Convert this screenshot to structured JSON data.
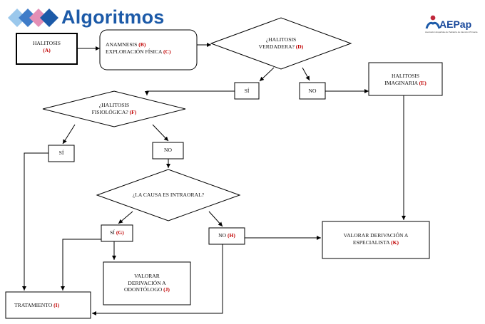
{
  "header": {
    "title": "Algoritmos",
    "logo_text": "AEPap",
    "logo_tagline": "Asociación Española de Pediatría de Atención Primaria"
  },
  "colors": {
    "brand_blue": "#1c5aa8",
    "logo_red": "#c0283c",
    "letter_red": "#c00000",
    "line": "#000000"
  },
  "nodes": {
    "A": {
      "text": "HALITOSIS",
      "letter": "(A)"
    },
    "B_C": {
      "line1": "ANAMNESIS",
      "letter1": "(B)",
      "line2": "EXPLORACIÓN FÍSICA",
      "letter2": "(C)"
    },
    "D": {
      "line1": "¿HALITOSIS",
      "line2": "VERDADERA?",
      "letter": "(D)"
    },
    "D_yes": "SÍ",
    "D_no": "NO",
    "E": {
      "line1": "HALITOSIS",
      "line2": "IMAGINARIA",
      "letter": "(E)"
    },
    "F": {
      "line1": "¿HALITOSIS",
      "line2": "FISIOLÓGICA?",
      "letter": "(F)"
    },
    "F_yes": "SÍ",
    "F_no": "NO",
    "Q": {
      "text": "¿LA CAUSA ES INTRAORAL?"
    },
    "G": {
      "text": "SÍ",
      "letter": "(G)"
    },
    "H": {
      "text": "NO",
      "letter": "(H)"
    },
    "J": {
      "line1": "VALORAR",
      "line2": "DERIVACIÓN A",
      "line3": "ODONTÓLOGO",
      "letter": "(J)"
    },
    "I": {
      "text": "TRATAMIENTO",
      "letter": "(I)"
    },
    "K": {
      "line1": "VALORAR DERIVACIÓN A",
      "line2": "ESPECIALISTA",
      "letter": "(K)"
    }
  }
}
